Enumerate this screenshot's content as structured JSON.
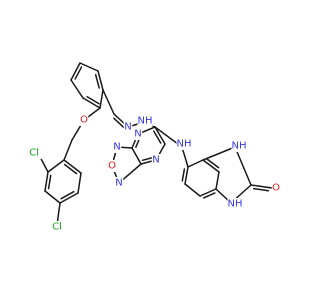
{
  "molecule": {
    "colors": {
      "N": "#3535e8",
      "O": "#e02020",
      "Cl": "#1aa01a",
      "bond": "#1a1a1a"
    },
    "atom_labels": {
      "cl_1": "Cl",
      "cl_2": "Cl",
      "o_ether": "O",
      "n_hydrazone_1": "N",
      "nh_hydrazone": "NH",
      "n_pyrazine_1": "N",
      "n_pyrazine_2": "N",
      "o_oxadiazole": "O",
      "n_oxadiazole_1": "N",
      "n_oxadiazole_2": "N",
      "nh_amine": "NH",
      "nh_imidazolone_1": "NH",
      "nh_imidazolone_2": "NH",
      "h_imidazolone_1": "H",
      "h_imidazolone_2": "H",
      "o_carbonyl": "O"
    }
  }
}
